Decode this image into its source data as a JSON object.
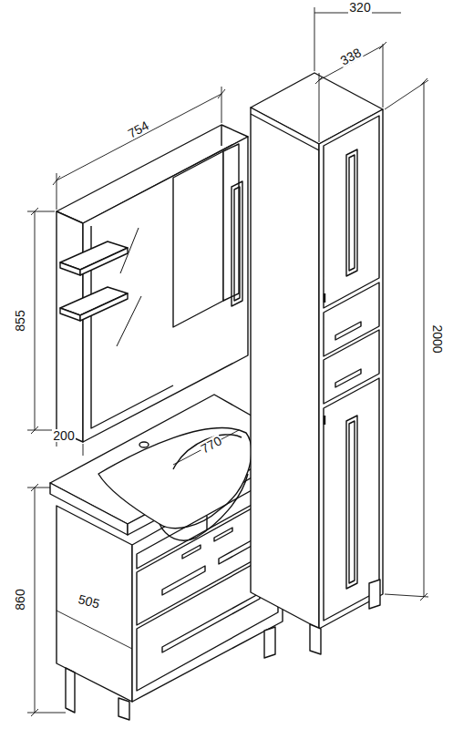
{
  "diagram": {
    "labels": [
      "320",
      "338",
      "754",
      "855",
      "2000",
      "200",
      "770",
      "860",
      "505"
    ]
  }
}
